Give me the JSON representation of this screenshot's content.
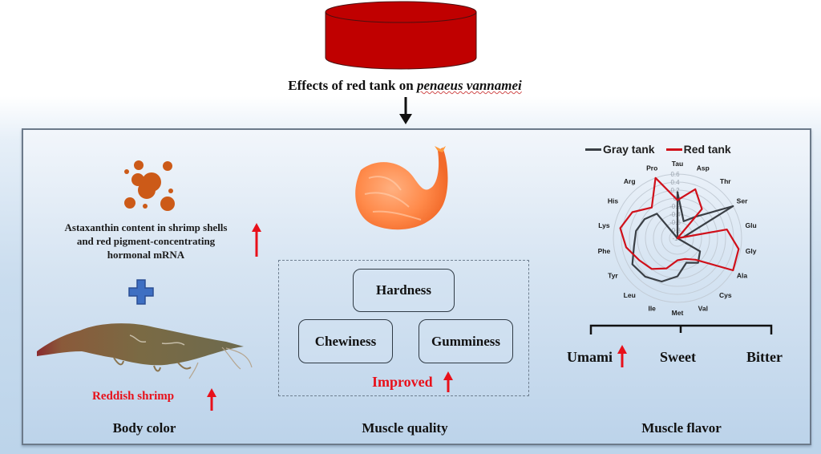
{
  "header": {
    "title_prefix": "Effects of red tank on ",
    "title_species": "penaeus vannamei",
    "tank_color": "#c00000"
  },
  "body_color": {
    "pigment_text_lines": [
      "Astaxanthin content in shrimp shells",
      "and red pigment-concentrating",
      "hormonal mRNA"
    ],
    "reddish_label": "Reddish shrimp",
    "section_label": "Body color",
    "pigment_color": "#cc5a18",
    "plus_color": "#3e6fc2"
  },
  "muscle_quality": {
    "boxes": [
      "Hardness",
      "Chewiness",
      "Gumminess"
    ],
    "improved_label": "Improved",
    "section_label": "Muscle quality"
  },
  "muscle_flavor": {
    "categories": [
      "Umami",
      "Sweet",
      "Bitter"
    ],
    "section_label": "Muscle flavor"
  },
  "arrows": {
    "up_symbol": "↑",
    "up_color": "#e8101a"
  },
  "chart_data": {
    "type": "radar",
    "title": "",
    "axes": [
      "Tau",
      "Asp",
      "Thr",
      "Ser",
      "Glu",
      "Gly",
      "Ala",
      "Cys",
      "Val",
      "Met",
      "Ile",
      "Leu",
      "Tyr",
      "Phe",
      "Lys",
      "His",
      "Arg",
      "Pro"
    ],
    "rlim": [
      -1,
      0.6
    ],
    "ticks": [
      "0.6",
      "0.4",
      "0.2",
      "0",
      "-0.2",
      "-0.4",
      "-0.6",
      "-0.8",
      "-1"
    ],
    "legend_position": "top",
    "series": [
      {
        "name": "Gray tank",
        "color": "#3a3f45",
        "values": [
          0.15,
          -0.55,
          -0.3,
          0.6,
          -0.85,
          -1.0,
          -0.35,
          -0.2,
          -0.35,
          -0.05,
          0.15,
          0.25,
          0.3,
          0.1,
          0.05,
          -0.05,
          -0.2,
          -1.0
        ]
      },
      {
        "name": "Red tank",
        "color": "#d0101a",
        "values": [
          -0.05,
          0.3,
          -0.05,
          -1.0,
          0.25,
          0.55,
          0.6,
          -0.3,
          -0.45,
          -0.45,
          -0.2,
          0.0,
          0.1,
          0.3,
          0.45,
          0.3,
          0.0,
          0.6
        ]
      }
    ]
  }
}
